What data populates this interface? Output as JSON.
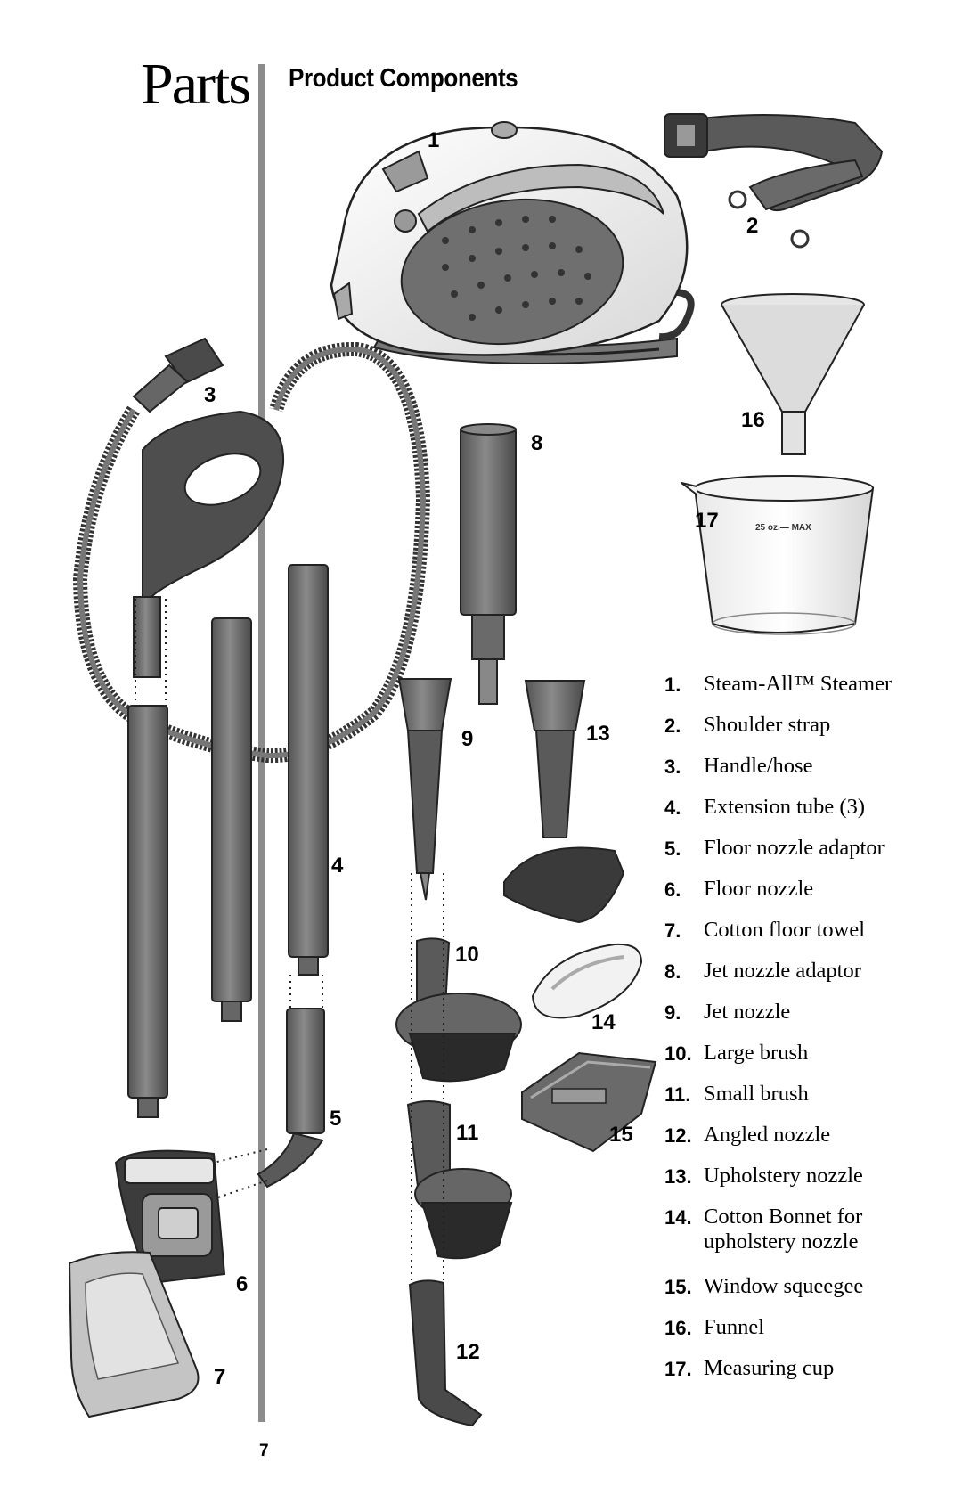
{
  "section_title": "Parts",
  "heading": "Product Components",
  "page_number": "7",
  "cup_marking": "25 oz.— MAX",
  "callouts": [
    "1",
    "2",
    "3",
    "4",
    "5",
    "6",
    "7",
    "8",
    "9",
    "10",
    "11",
    "12",
    "13",
    "14",
    "15",
    "16",
    "17"
  ],
  "parts": [
    {
      "num": "1.",
      "name": "Steam-All™ Steamer"
    },
    {
      "num": "2.",
      "name": "Shoulder strap"
    },
    {
      "num": "3.",
      "name": "Handle/hose"
    },
    {
      "num": "4.",
      "name": "Extension tube (3)"
    },
    {
      "num": "5.",
      "name": "Floor nozzle adaptor"
    },
    {
      "num": "6.",
      "name": "Floor nozzle"
    },
    {
      "num": "7.",
      "name": "Cotton floor towel"
    },
    {
      "num": "8.",
      "name": "Jet nozzle adaptor"
    },
    {
      "num": "9.",
      "name": "Jet nozzle"
    },
    {
      "num": "10.",
      "name": "Large brush"
    },
    {
      "num": "11.",
      "name": "Small brush"
    },
    {
      "num": "12.",
      "name": "Angled nozzle"
    },
    {
      "num": "13.",
      "name": "Upholstery nozzle"
    },
    {
      "num": "14.",
      "name": "Cotton Bonnet for upholstery nozzle"
    },
    {
      "num": "15.",
      "name": "Window squeegee"
    },
    {
      "num": "16.",
      "name": "Funnel"
    },
    {
      "num": "17.",
      "name": "Measuring cup"
    }
  ]
}
